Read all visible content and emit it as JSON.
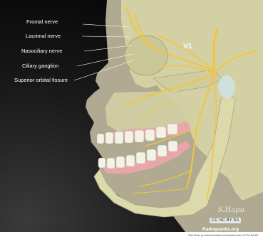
{
  "labels": {
    "frontal": "Frontal nerve",
    "lacrimal": "Lacrimal nerve",
    "nasociliary": "Nasociliary nerve",
    "ciliary": "Ciliary ganglion",
    "fissure": "Superior orbital fissure",
    "v1": "V1"
  },
  "signature": "S.Hapu",
  "license": "CC NC BY SA",
  "site": "Radiopaedia.org",
  "credit": "This Photo by Unknown Author is licensed under CC BY-SA-NC",
  "colors": {
    "background": "#111111",
    "skin": "#b7b298",
    "bone": "#d9d7a8",
    "nerve": "#f2c53d",
    "gum": "#e9a6a8",
    "tooth": "#f4f1e6"
  }
}
